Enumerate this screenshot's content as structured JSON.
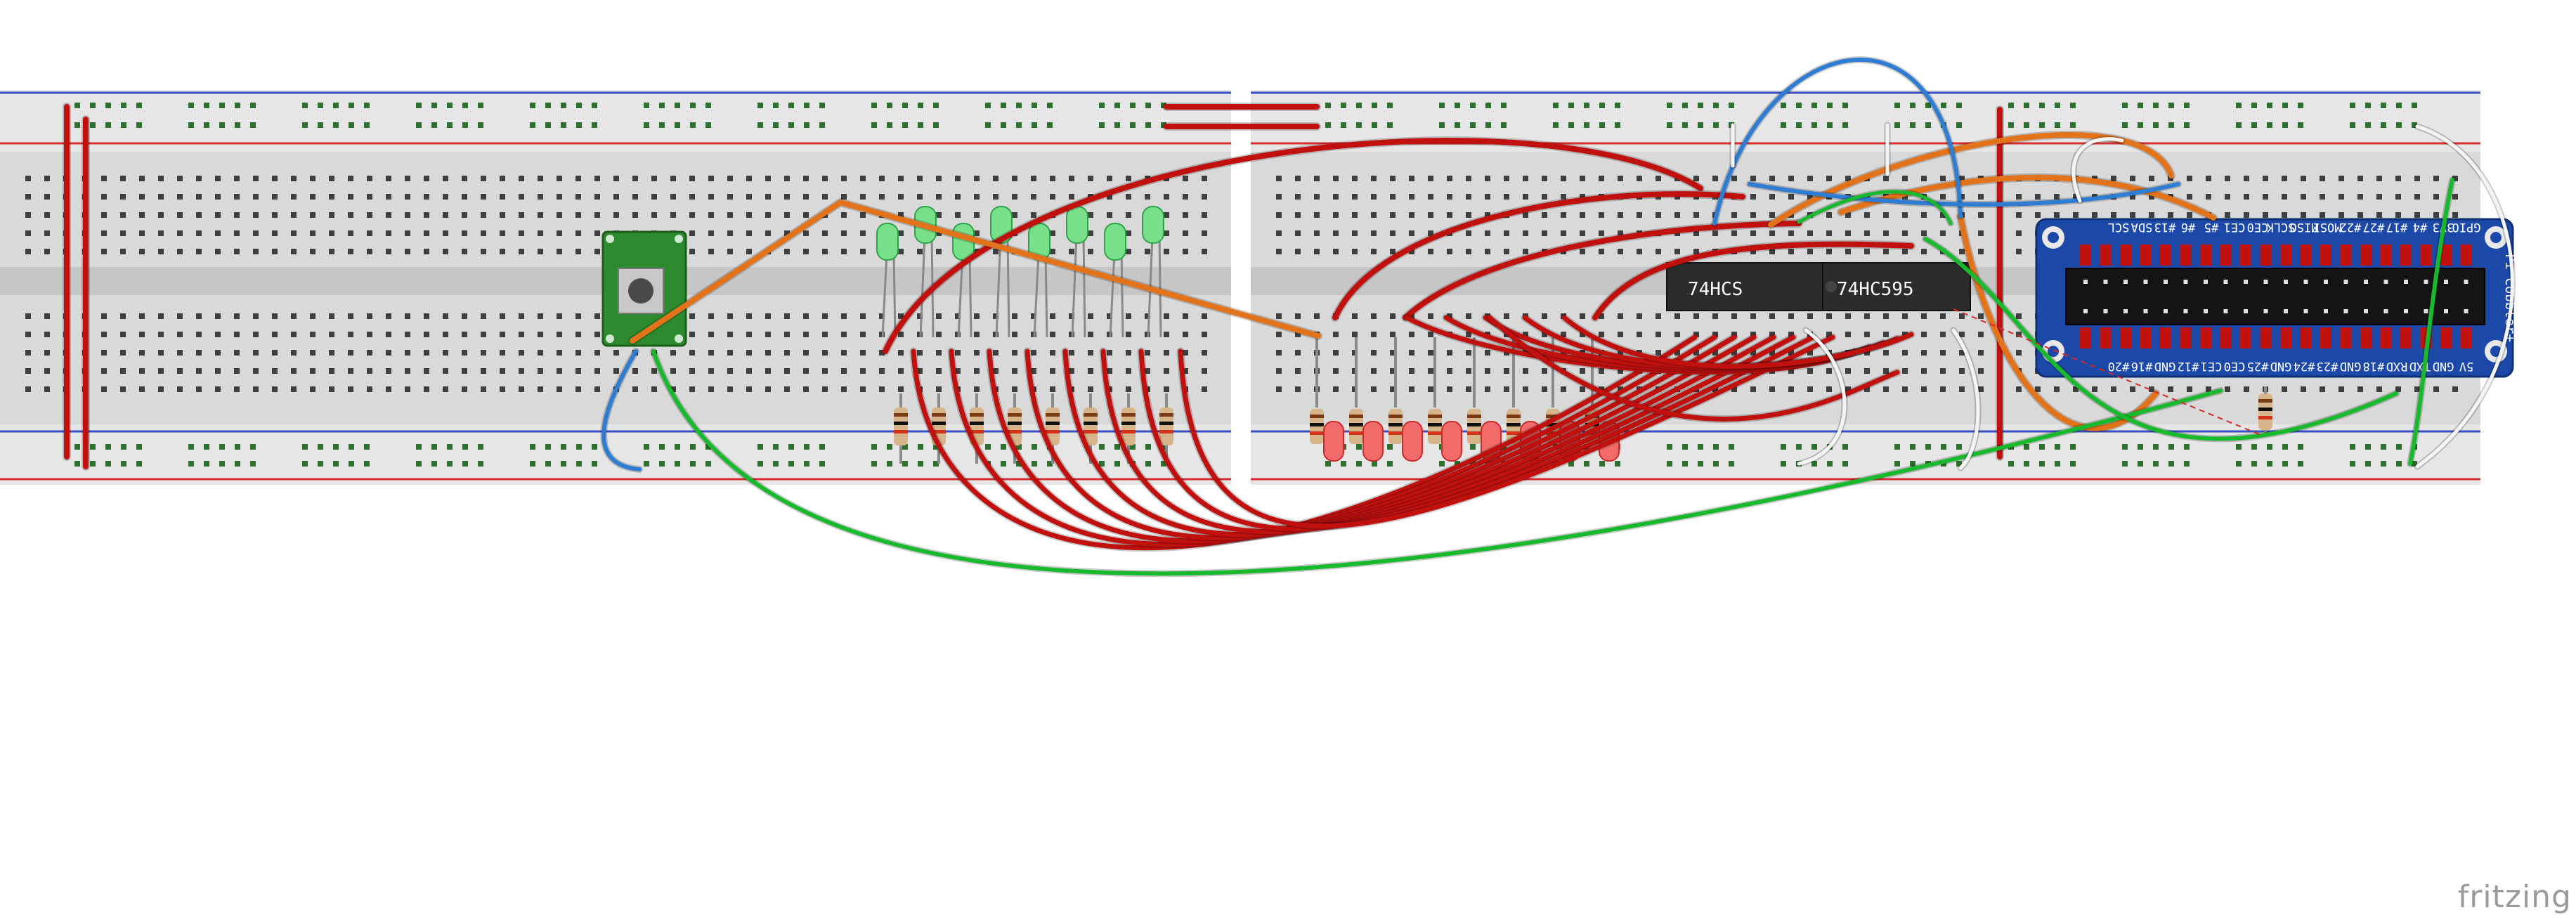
{
  "chips": [
    {
      "label": "74HCS"
    },
    {
      "label": "74HC595"
    }
  ],
  "cobbler": {
    "title": "Pi Cobbler+",
    "top_labels": [
      "GPIO",
      "3V3",
      "#4",
      "#17",
      "#27",
      "#22",
      "MOSI",
      "MISO",
      "SCLK",
      "CE0",
      "CE1",
      "#5",
      "#6",
      "#13",
      "SDA",
      "SCL"
    ],
    "bottom_labels": [
      "5V",
      "GND",
      "TXD",
      "RXD",
      "#18",
      "GND",
      "#23",
      "#24",
      "GND",
      "#25",
      "CE0",
      "CE1",
      "#12",
      "GND",
      "#16",
      "#20"
    ]
  },
  "leds": {
    "green_count": 8,
    "red_count": 8
  },
  "watermark": "fritzing",
  "colors": {
    "wire_red": "#c0110f",
    "wire_green": "#19b92e",
    "wire_orange": "#e2731a",
    "wire_blue": "#2f7cd3",
    "breadboard": "#d9d9d9",
    "rail_red": "#d73030",
    "rail_blue": "#3b4fc4",
    "cobbler_blue": "#1c49a8",
    "button_pcb": "#2e8a2e"
  }
}
